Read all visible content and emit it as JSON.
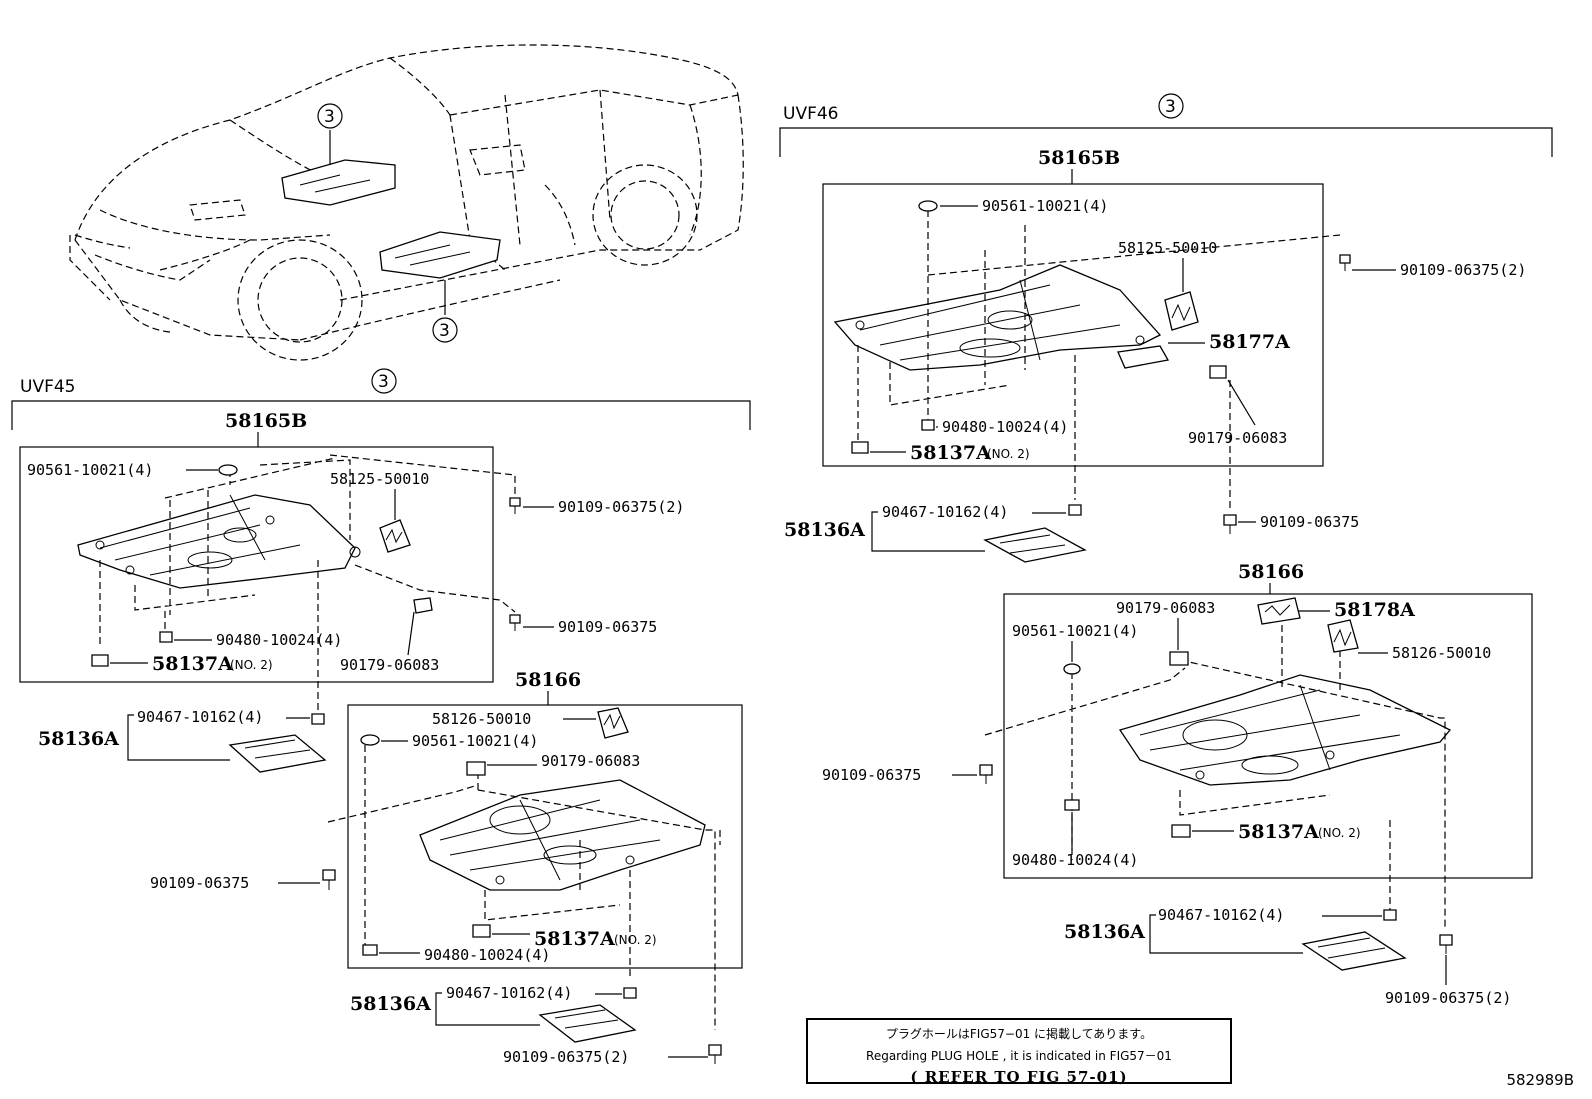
{
  "diagram_id": "582989B",
  "callout": "3",
  "note": {
    "jp": "プラグホールはFIG57−01 に掲載してあります。",
    "en": "Regarding PLUG HOLE , it is indicated in FIG57－01",
    "ref": "( REFER TO FIG 57-01)"
  },
  "uvf45": {
    "section": "UVF45",
    "assy_front": "58165B",
    "assy_rear": "58166",
    "front_parts": {
      "clip_top": "90561-10021(4)",
      "protector": "58125-50010",
      "bolt_top": "90109-06375(2)",
      "bolt_side": "90109-06375",
      "nut": "90480-10024(4)",
      "clip_main": "58137A",
      "clip_main_sub": "(NO. 2)",
      "clip_right": "90179-06083"
    },
    "plate_front": "58136A",
    "plate_front_clip": "90467-10162(4)",
    "rear_parts": {
      "protector": "58126-50010",
      "clip_top": "90561-10021(4)",
      "clip_right": "90179-06083",
      "bolt_left": "90109-06375",
      "clip_main": "58137A",
      "clip_main_sub": "(NO. 2)",
      "nut": "90480-10024(4)"
    },
    "plate_rear": "58136A",
    "plate_rear_clip": "90467-10162(4)",
    "bolt_bottom": "90109-06375(2)"
  },
  "uvf46": {
    "section": "UVF46",
    "assy_front": "58165B",
    "assy_rear": "58166",
    "front_parts": {
      "clip_top": "90561-10021(4)",
      "protector": "58125-50010",
      "bolt_top": "90109-06375(2)",
      "cover": "58177A",
      "nut": "90480-10024(4)",
      "clip_right": "90179-06083",
      "clip_main": "58137A",
      "clip_main_sub": "(NO. 2)"
    },
    "plate_front": "58136A",
    "plate_front_clip": "90467-10162(4)",
    "bolt_mid": "90109-06375",
    "rear_parts": {
      "clip_right": "90179-06083",
      "cover": "58178A",
      "clip_top": "90561-10021(4)",
      "protector": "58126-50010",
      "bolt_left": "90109-06375",
      "clip_main": "58137A",
      "clip_main_sub": "(NO. 2)",
      "nut": "90480-10024(4)"
    },
    "plate_rear": "58136A",
    "plate_rear_clip": "90467-10162(4)",
    "bolt_bottom": "90109-06375(2)"
  }
}
